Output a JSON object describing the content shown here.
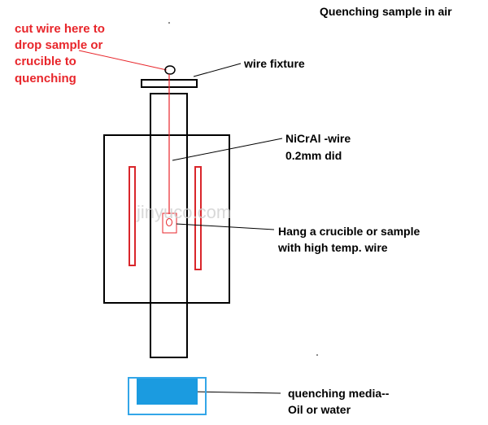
{
  "title": "Quenching sample in air",
  "cut_note": [
    "cut wire here to",
    "drop sample or",
    "crucible to",
    "quenching"
  ],
  "labels": {
    "wire_fixture": "wire fixture",
    "wire": [
      "NiCrAl -wire",
      "0.2mm did"
    ],
    "crucible": [
      "Hang a crucible or sample",
      "with high temp. wire"
    ],
    "media": [
      "quenching media--",
      "Oil or water"
    ]
  },
  "watermark": "jinyuco.com",
  "colors": {
    "outline": "#000000",
    "wire_red": "#e8262b",
    "heater_red": "#d9262b",
    "container_blue": "#33a6e8",
    "media_blue": "#1b9be0",
    "watermark_gray": "#cfcfcf"
  }
}
